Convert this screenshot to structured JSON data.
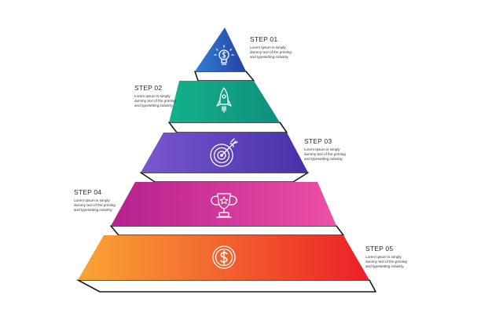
{
  "steps": [
    {
      "title": "STEP 01",
      "description": "Lorem Ipsum is simply dummy text of the printing and typesetting industry.",
      "icon": "lightbulb-dollar-icon",
      "color_start": "#2f7fd6",
      "color_end": "#2741a3"
    },
    {
      "title": "STEP 02",
      "description": "Lorem Ipsum is simply dummy text of the printing and typesetting industry.",
      "icon": "rocket-icon",
      "color_start": "#13b28a",
      "color_end": "#0f8f7d"
    },
    {
      "title": "STEP 03",
      "description": "Lorem Ipsum is simply dummy text of the printing and typesetting industry.",
      "icon": "target-arrow-icon",
      "color_start": "#7a57cf",
      "color_end": "#4631a9"
    },
    {
      "title": "STEP 04",
      "description": "Lorem Ipsum is simply dummy text of the printing and typesetting industry.",
      "icon": "trophy-star-icon",
      "color_start": "#b5218e",
      "color_end": "#ee4fa6"
    },
    {
      "title": "STEP 05",
      "description": "Lorem Ipsum is simply dummy text of the printing and typesetting industry.",
      "icon": "dollar-coin-icon",
      "color_start": "#f9a634",
      "color_end": "#ed1f27"
    }
  ]
}
